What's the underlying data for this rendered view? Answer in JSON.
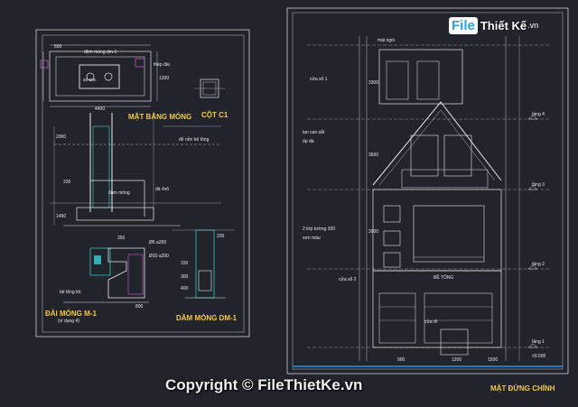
{
  "logo": {
    "file": "File",
    "rest": "Thiết Kế",
    "domain": ".vn"
  },
  "watermark": "Copyright © FileThietKe.vn",
  "left_sheet": {
    "title_plan": "MẶT BẰNG MÓNG",
    "title_column": "CỘT C1",
    "title_footing": "ĐÀI MÓNG M-1",
    "title_footing_note": "(ví dụng 4)",
    "title_beam": "DẦM MÓNG DM-1",
    "notes": [
      "đệm móng dm-1",
      "số cọc",
      "thép đài",
      "dầm móng",
      "đá 4x6",
      "Ø6 a200",
      "Ø10 a200",
      "đế nền bê tông",
      "bê tông lót"
    ],
    "dims": [
      "4400",
      "600",
      "1200",
      "2000",
      "1400",
      "150",
      "300",
      "400",
      "200",
      "220",
      "800",
      "350"
    ]
  },
  "right_sheet": {
    "title_elevation": "MẶT ĐỨNG CHÍNH",
    "notes": [
      "cửa sổ 1",
      "cửa sổ 2",
      "mái ngói",
      "lan can sắt",
      "ốp đá",
      "BÊ TÔNG",
      "cửa đi",
      "sơn màu",
      "2 lớp tường 200"
    ],
    "levels": [
      "tầng 4",
      "tầng 3",
      "tầng 2",
      "tầng 1",
      "±0.000"
    ],
    "dims": [
      "3300",
      "3600",
      "3900",
      "1200",
      "900",
      "1500"
    ]
  },
  "colors": {
    "background": "#21252b",
    "lines": "#e6e6e6",
    "titles": "#f6c64c",
    "accent_cyan": "#39d0d8",
    "accent_magenta": "#d060d0",
    "ground": "#2f8fd8"
  }
}
